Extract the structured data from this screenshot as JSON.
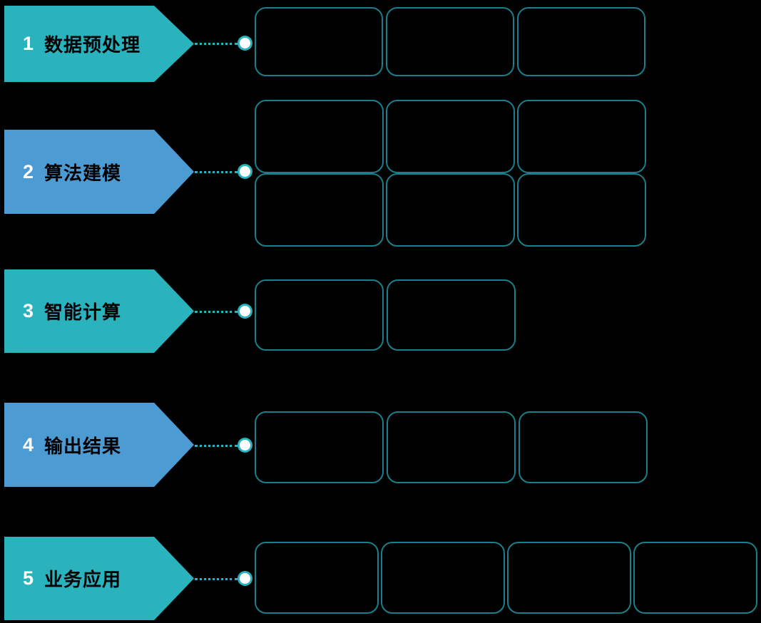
{
  "colors": {
    "background": "#000000",
    "teal": "#2ab2bd",
    "blue": "#4d9bd3",
    "box_border": "#1b7f8b",
    "node_fill": "#ffffff",
    "connector": "#2ab2bd",
    "number_text": "#ffffff",
    "label_text": "#000000"
  },
  "steps": [
    {
      "number": "1",
      "label": "数据预处理",
      "color": "#2ab2bd",
      "box_rows": [
        3
      ]
    },
    {
      "number": "2",
      "label": "算法建模",
      "color": "#4d9bd3",
      "box_rows": [
        3,
        3
      ]
    },
    {
      "number": "3",
      "label": "智能计算",
      "color": "#2ab2bd",
      "box_rows": [
        2
      ]
    },
    {
      "number": "4",
      "label": "输出结果",
      "color": "#4d9bd3",
      "box_rows": [
        3
      ]
    },
    {
      "number": "5",
      "label": "业务应用",
      "color": "#2ab2bd",
      "box_rows": [
        4
      ]
    }
  ]
}
